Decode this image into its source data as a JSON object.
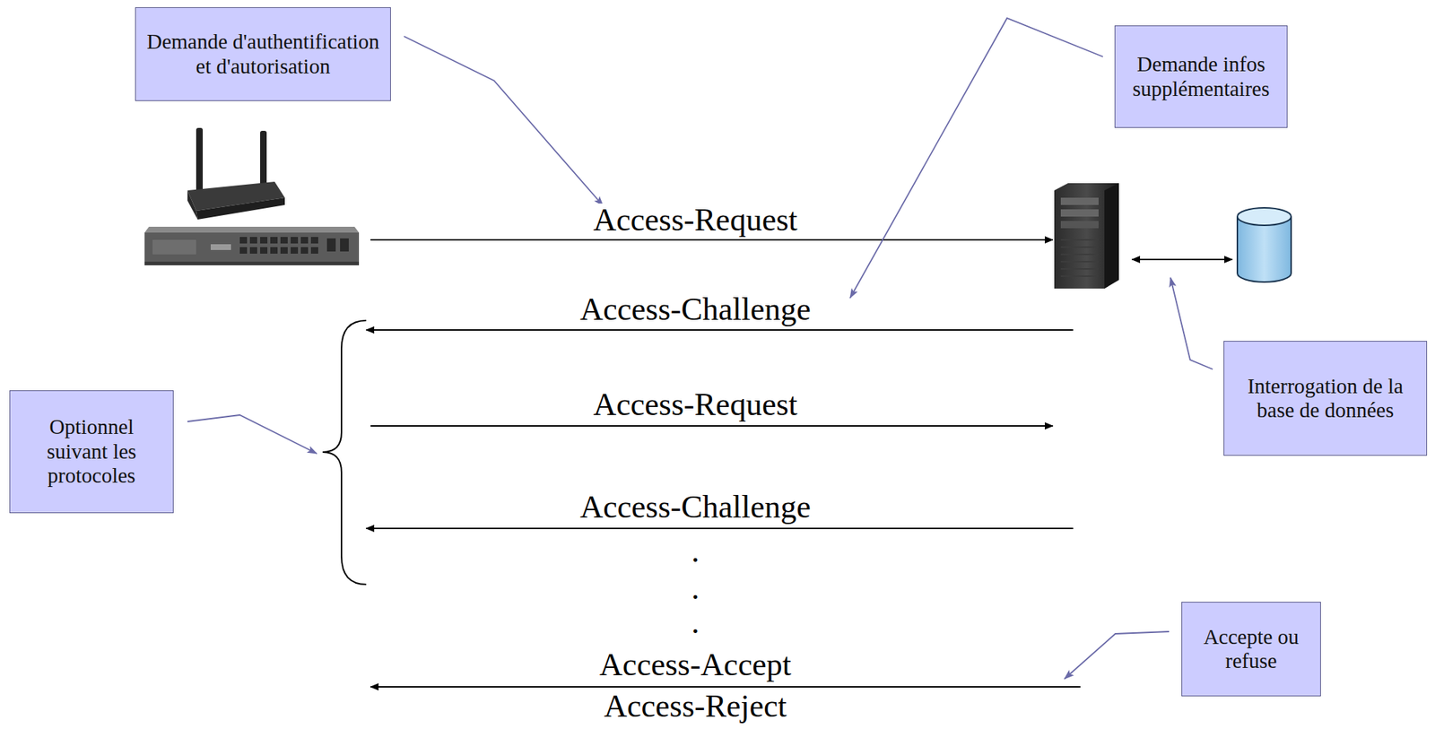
{
  "diagram": {
    "nodes": [
      {
        "text": [
          "Demande d'authentification et d'autorisation"
        ]
      },
      {
        "text": [
          "Demande infos supplémentaires"
        ]
      },
      {
        "text": [
          "Optionnel suivant les protocoles"
        ]
      },
      {
        "text": [
          "Interrogation de la base de données"
        ]
      },
      {
        "text": [
          "Accepte ou refuse"
        ]
      }
    ],
    "labels": [
      "Access-Request",
      "Access-Challenge",
      "Access-Request",
      "Access-Challenge",
      ".",
      ".",
      ".",
      "Access-Accept",
      "Access-Reject"
    ]
  }
}
